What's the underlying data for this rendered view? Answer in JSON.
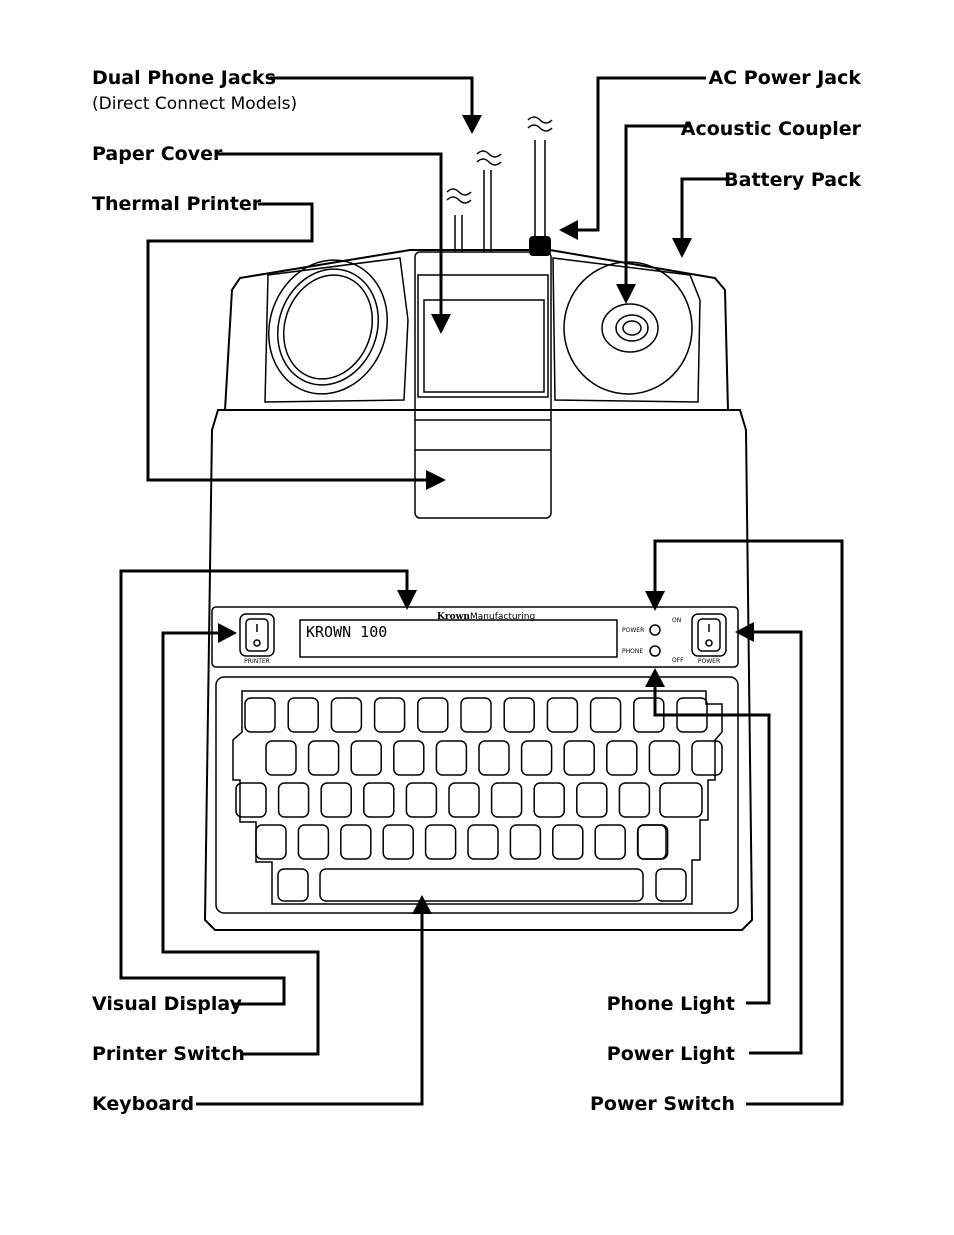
{
  "labels": {
    "dual_phone_jacks": "Dual Phone Jacks",
    "direct_connect": "(Direct Connect Models)",
    "paper_cover": "Paper Cover",
    "thermal_printer": "Thermal Printer",
    "ac_power_jack": "AC Power Jack",
    "acoustic_coupler": "Acoustic Coupler",
    "battery_pack": "Battery Pack",
    "visual_display": "Visual Display",
    "printer_switch": "Printer Switch",
    "keyboard": "Keyboard",
    "phone_light": "Phone Light",
    "power_light": "Power Light",
    "power_switch": "Power Switch"
  },
  "device": {
    "brand": "Krown",
    "maker_suffix": "Manufacturing",
    "display_text": "KROWN 100",
    "power_indicator": "POWER",
    "phone_indicator": "PHONE",
    "on_label": "ON",
    "off_label": "OFF",
    "printer_switch_caption": "PRINTER",
    "power_switch_caption": "POWER"
  }
}
